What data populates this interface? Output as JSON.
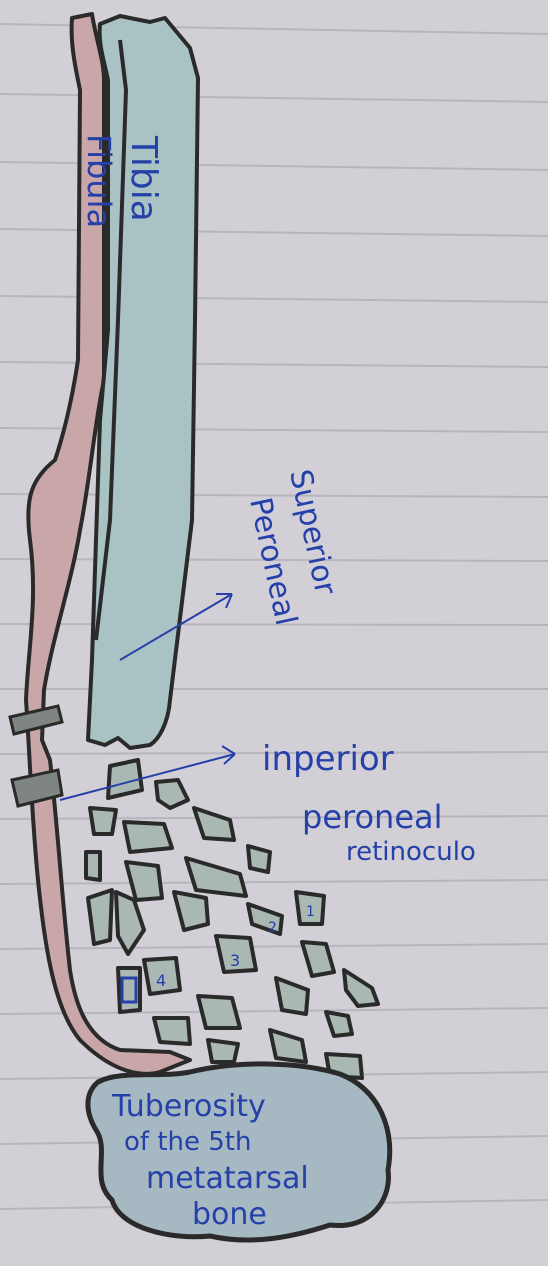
{
  "labels": {
    "tibia": "Tibia",
    "fibula": "Fibula",
    "superior_1": "Superior",
    "superior_2": "Peroneal",
    "inferior_1": "inperior",
    "inferior_2": "peroneal",
    "inferior_3": "retinoculo",
    "tuberosity_1": "Tuberosity",
    "tuberosity_2": "of the 5th",
    "tuberosity_3": "metatarsal",
    "tuberosity_4": "bone",
    "bone_no_1": "1",
    "bone_no_2": "2",
    "bone_no_3": "3",
    "bone_no_4": "4"
  },
  "colors": {
    "paper": "#d2d0d6",
    "rule_line": "#b7b5bd",
    "tibia_fill": "#a9c3c4",
    "fibula_fill": "#c9a6a7",
    "tendon_fill": "#c8aaa8",
    "tarsal_fill": "#aab8b3",
    "tuberosity_fill": "#a6b9c2",
    "ink_blue": "#2540a8",
    "ink_black": "#2a2a2a"
  }
}
